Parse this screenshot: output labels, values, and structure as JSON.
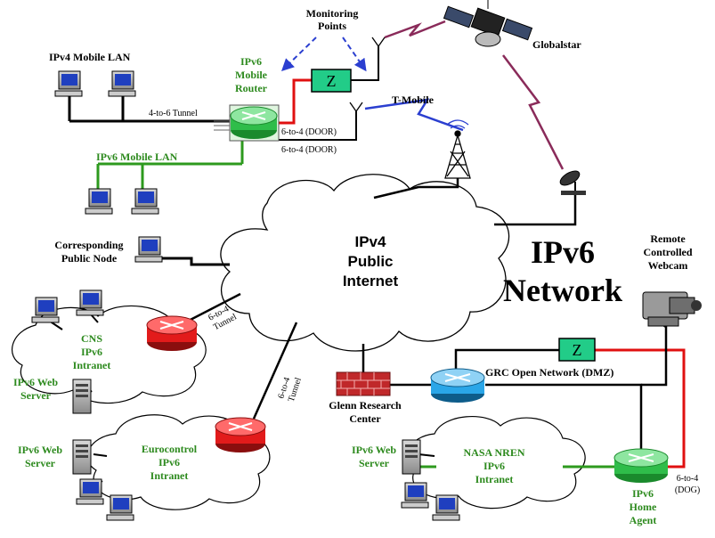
{
  "labels": {
    "monitoring_1": "Monitoring",
    "monitoring_2": "Points",
    "globalstar": "Globalstar",
    "ipv4_mobile_lan": "IPv4 Mobile LAN",
    "router_1": "IPv6",
    "router_2": "Mobile",
    "router_3": "Router",
    "tunnel_4to6": "4-to-6 Tunnel",
    "tmobile": "T-Mobile",
    "door1": "6-to-4 (DOOR)",
    "door2": "6-to-4 (DOOR)",
    "ipv6_mobile_lan": "IPv6 Mobile LAN",
    "corr_1": "Corresponding",
    "corr_2": "Public Node",
    "internet_1": "IPv4",
    "internet_2": "Public",
    "internet_3": "Internet",
    "ipv6_net_1": "IPv6",
    "ipv6_net_2": "Network",
    "webcam_1": "Remote",
    "webcam_2": "Controlled",
    "webcam_3": "Webcam",
    "cns_1": "CNS",
    "cns_2": "IPv6",
    "cns_3": "Intranet",
    "tunnel_a1": "6-to-4",
    "tunnel_a2": "Tunnel",
    "web_server_1a": "IPv6 Web",
    "web_server_1b": "Server",
    "grc_open": "GRC Open Network  (DMZ)",
    "glenn_1": "Glenn Research",
    "glenn_2": "Center",
    "tunnel_b1": "6-to-4",
    "tunnel_b2": "Tunnel",
    "web_server_2a": "IPv6 Web",
    "web_server_2b": "Server",
    "euro_1": "Eurocontrol",
    "euro_2": "IPv6",
    "euro_3": "Intranet",
    "web_server_3a": "IPv6 Web",
    "web_server_3b": "Server",
    "nren_1": "NASA NREN",
    "nren_2": "IPv6",
    "nren_3": "Intranet",
    "dog_1": "6-to-4",
    "dog_2": "(DOG)",
    "home_1": "IPv6",
    "home_2": "Home",
    "home_3": "Agent",
    "z1": "Z",
    "z2": "Z"
  },
  "colors": {
    "ipv4_link": "#000000",
    "ipv6_link": "#2d9a1e",
    "door_link": "#e01010",
    "tmobile_link": "#2b3fd0",
    "satellite_link": "#8a2b5a",
    "monitor_arrow": "#2b3fd0",
    "label_green": "#2d8a1e",
    "zbox_fill": "#22cc88",
    "router_red": "#e21b1b",
    "router_green": "#2fbd4a",
    "router_blue": "#2aa6e8",
    "firewall": "#c0282a"
  }
}
